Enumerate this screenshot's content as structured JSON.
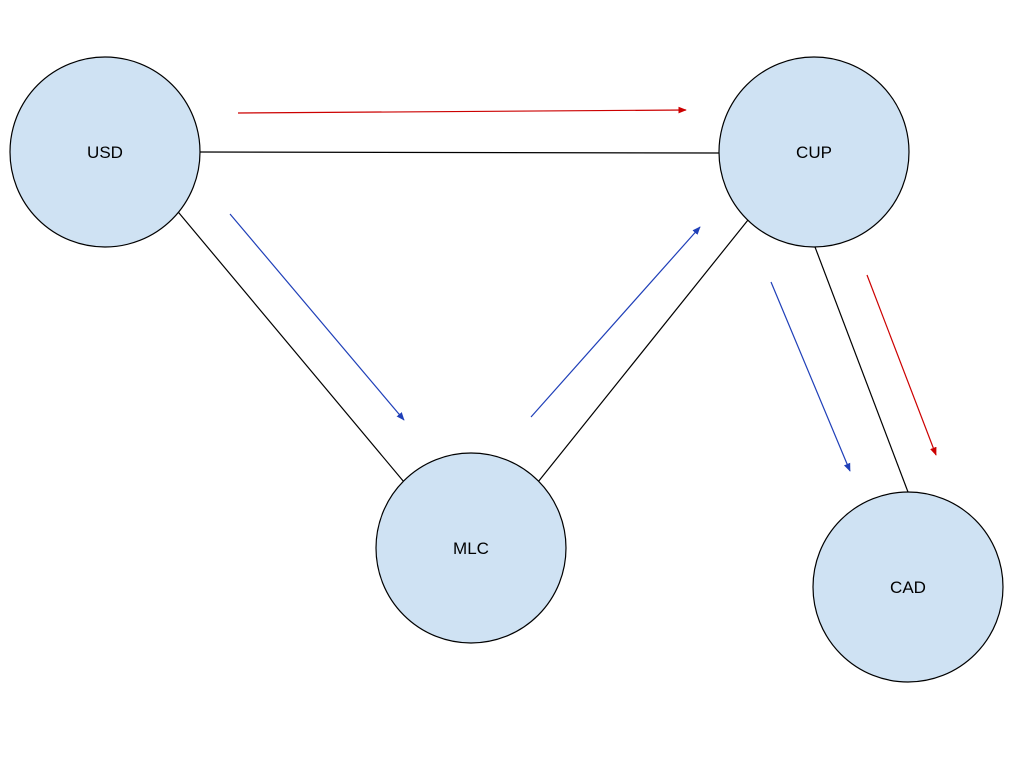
{
  "colors": {
    "background": "#ffffff",
    "node_fill": "#cfe2f3",
    "node_stroke": "#000000",
    "edge": "#000000",
    "arrow_red": "#cc0000",
    "arrow_blue": "#1f3fb8"
  },
  "nodes": {
    "usd": {
      "label": "USD"
    },
    "cup": {
      "label": "CUP"
    },
    "mlc": {
      "label": "MLC"
    },
    "cad": {
      "label": "CAD"
    }
  },
  "edges": [
    {
      "from": "usd",
      "to": "cup"
    },
    {
      "from": "usd",
      "to": "mlc"
    },
    {
      "from": "mlc",
      "to": "cup"
    },
    {
      "from": "cup",
      "to": "cad"
    }
  ],
  "flows": [
    {
      "from": "usd",
      "to": "cup",
      "color": "red"
    },
    {
      "from": "usd",
      "to": "mlc",
      "color": "blue"
    },
    {
      "from": "mlc",
      "to": "cup",
      "color": "blue"
    },
    {
      "from": "cup",
      "to": "cad",
      "color": "blue"
    },
    {
      "from": "cup",
      "to": "cad",
      "color": "red"
    }
  ]
}
